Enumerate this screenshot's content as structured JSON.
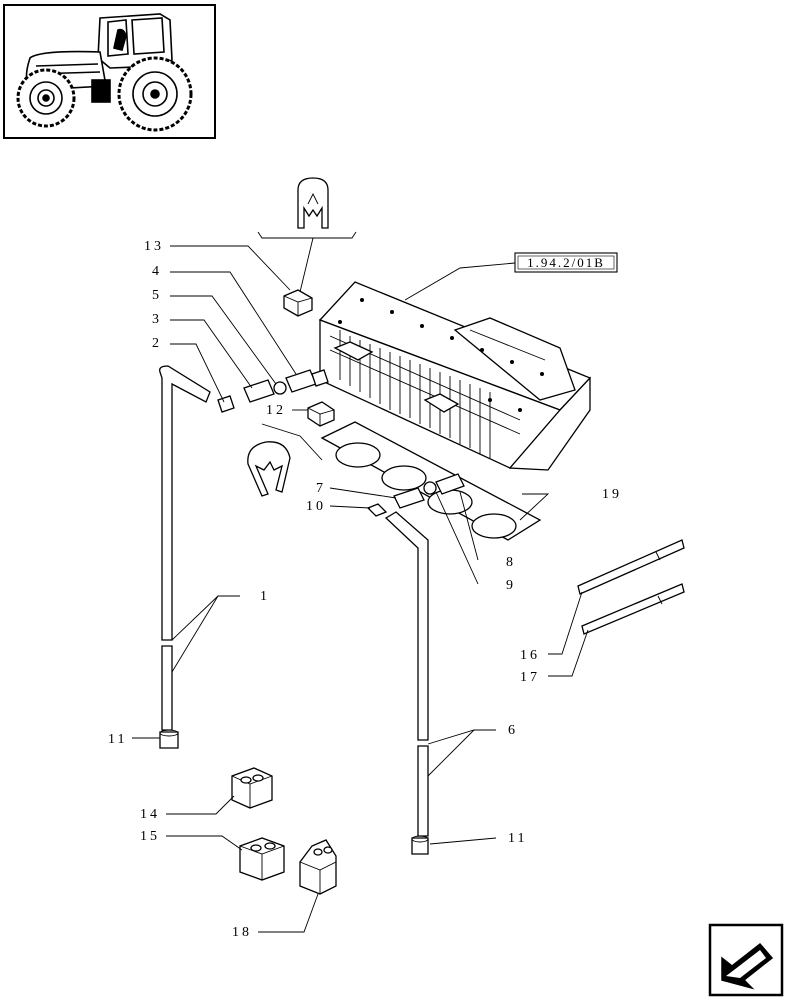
{
  "reference_code": "1.94.2/01B",
  "callouts": [
    {
      "id": "13",
      "text": "13"
    },
    {
      "id": "4",
      "text": "4"
    },
    {
      "id": "5",
      "text": "5"
    },
    {
      "id": "3",
      "text": "3"
    },
    {
      "id": "2",
      "text": "2"
    },
    {
      "id": "12",
      "text": "12"
    },
    {
      "id": "7",
      "text": "7"
    },
    {
      "id": "10",
      "text": "10"
    },
    {
      "id": "19",
      "text": "19"
    },
    {
      "id": "8",
      "text": "8"
    },
    {
      "id": "9",
      "text": "9"
    },
    {
      "id": "1",
      "text": "1"
    },
    {
      "id": "16",
      "text": "16"
    },
    {
      "id": "17",
      "text": "17"
    },
    {
      "id": "11a",
      "text": "11"
    },
    {
      "id": "6",
      "text": "6"
    },
    {
      "id": "11b",
      "text": "11"
    },
    {
      "id": "14",
      "text": "14"
    },
    {
      "id": "15",
      "text": "15"
    },
    {
      "id": "18",
      "text": "18"
    }
  ],
  "icons": {
    "thumbnail": "tractor-icon",
    "navigation": "back-arrow-icon"
  }
}
